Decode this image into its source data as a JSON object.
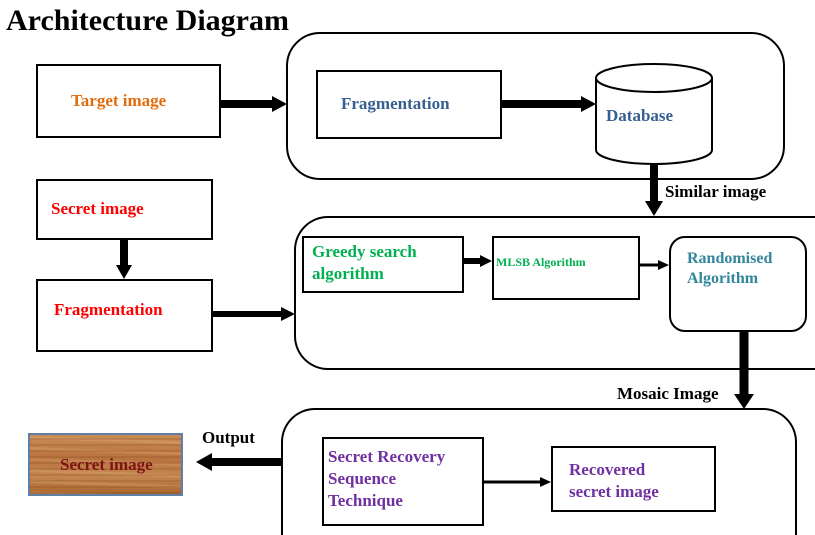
{
  "title": "Architecture Diagram",
  "colors": {
    "orange": "#e36c0a",
    "blue": "#376092",
    "red": "#ff0000",
    "green": "#00b050",
    "teal": "#31859c",
    "purple": "#7030a0",
    "dark_red": "#7f1416"
  },
  "nodes": {
    "target_image": "Target image",
    "fragmentation_top": "Fragmentation",
    "database": "Database",
    "secret_image": "Secret image",
    "fragmentation_left": "Fragmentation",
    "greedy": [
      "Greedy search",
      "algorithm"
    ],
    "mlsb": "MLSB Algorithm",
    "randomised": [
      "Randomised",
      "Algorithm"
    ],
    "secret_recovery": [
      "Secret Recovery",
      "Sequence",
      "Technique"
    ],
    "recovered": [
      "Recovered",
      "secret image"
    ],
    "output_image": "Secret image"
  },
  "edge_labels": {
    "similar_image": "Similar image",
    "mosaic_image": "Mosaic Image",
    "output": "Output"
  }
}
